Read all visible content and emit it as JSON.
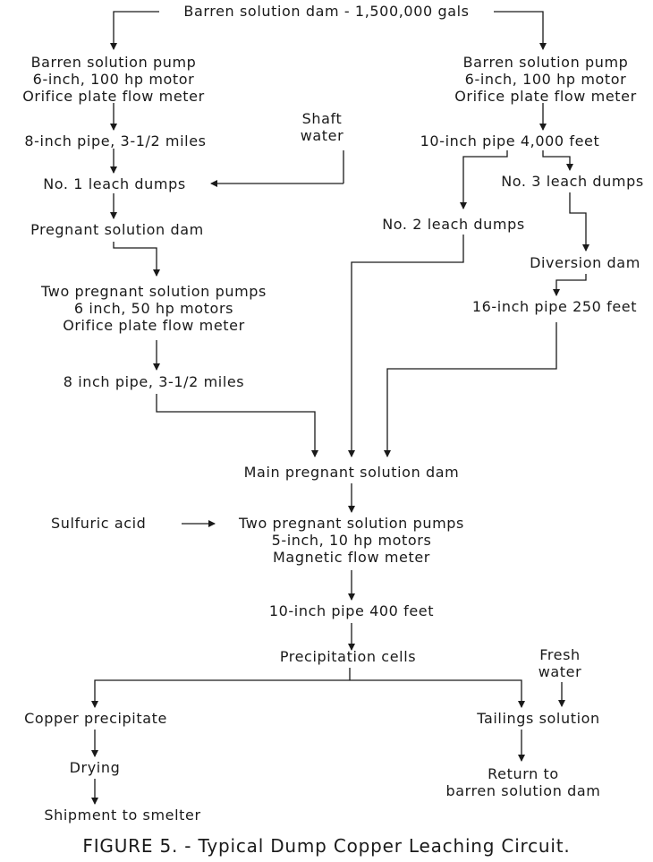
{
  "nodes": {
    "barren_dam": "Barren solution dam - 1,500,000 gals",
    "left_pump": [
      "Barren solution pump",
      "6-inch, 100 hp motor",
      "Orifice plate flow meter"
    ],
    "right_pump": [
      "Barren solution pump",
      "6-inch, 100 hp motor",
      "Orifice plate flow meter"
    ],
    "shaft_water": [
      "Shaft",
      "water"
    ],
    "pipe_8in_left": "8-inch pipe, 3-1/2 miles",
    "pipe_10in_right": "10-inch pipe 4,000 feet",
    "leach_no1": "No. 1 leach dumps",
    "leach_no3": "No. 3 leach dumps",
    "leach_no2": "No. 2 leach dumps",
    "diversion_dam": "Diversion dam",
    "pregnant_dam": "Pregnant solution dam",
    "pipe_16in": "16-inch pipe 250 feet",
    "pregnant_pumps": [
      "Two pregnant solution pumps",
      "6 inch, 50 hp motors",
      "Orifice plate flow meter"
    ],
    "pipe_8in_pregnant": "8 inch pipe, 3-1/2 miles",
    "main_pregnant_dam": "Main pregnant solution dam",
    "sulfuric_acid": "Sulfuric acid",
    "main_pumps": [
      "Two pregnant solution pumps",
      "5-inch, 10 hp motors",
      "Magnetic flow meter"
    ],
    "pipe_10in_400": "10-inch pipe 400 feet",
    "precipitation_cells": "Precipitation cells",
    "fresh_water": [
      "Fresh",
      "water"
    ],
    "copper_precipitate": "Copper precipitate",
    "tailings_solution": "Tailings solution",
    "drying": "Drying",
    "return_barren": [
      "Return to",
      "barren solution dam"
    ],
    "shipment": "Shipment to smelter"
  },
  "caption": "FIGURE 5. - Typical Dump Copper Leaching Circuit."
}
